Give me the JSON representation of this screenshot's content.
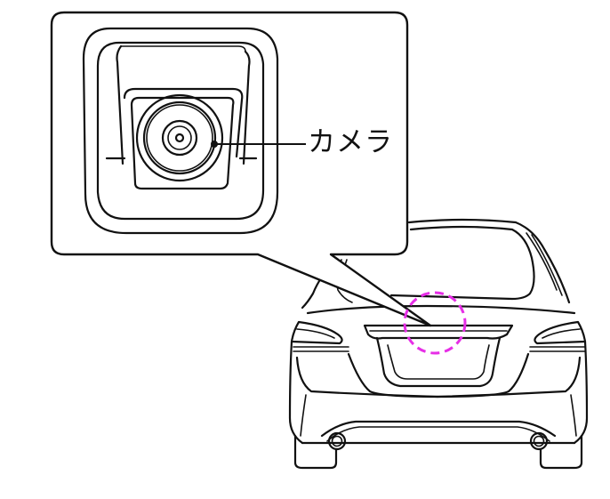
{
  "figure": {
    "callout_label": "カメラ",
    "highlight_color": "#E62EE6",
    "line_color": "#111111",
    "subjects": [
      "rear-view-camera-closeup",
      "car-rear-view"
    ]
  }
}
